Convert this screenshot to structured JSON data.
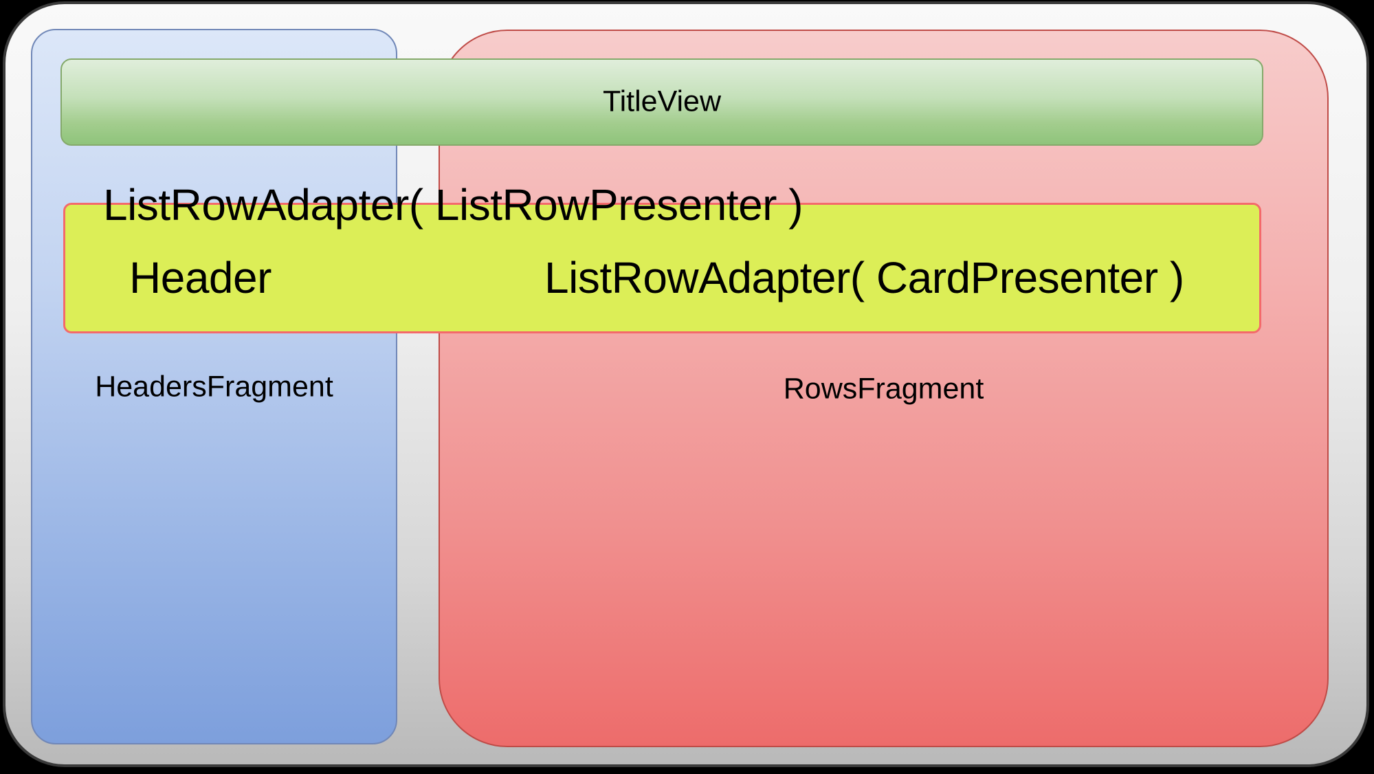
{
  "diagram": {
    "title_view": {
      "label": "TitleView"
    },
    "adapter_top_label": "ListRowAdapter( ListRowPresenter )",
    "adapter_bar": {
      "header_label": "Header",
      "card_adapter_label": "ListRowAdapter( CardPresenter )"
    },
    "headers_fragment": {
      "label": "HeadersFragment"
    },
    "rows_fragment": {
      "label": "RowsFragment"
    }
  },
  "colors": {
    "page_background": "#000000",
    "frame_border": "#3a3a3a",
    "frame_fill_top": "#f9f9f9",
    "frame_fill_bottom": "#b9b9b9",
    "headers_panel_border": "#7087b7",
    "headers_panel_fill_top": "#dce7f8",
    "headers_panel_fill_bottom": "#7d9fdc",
    "rows_panel_border": "#bf4b47",
    "rows_panel_fill_top": "#f7cccb",
    "rows_panel_fill_bottom": "#ed6c6b",
    "title_bar_border": "#84a96a",
    "title_bar_fill_top": "#e0eedb",
    "title_bar_fill_bottom": "#8fc47b",
    "adapter_bar_border": "#f4696b",
    "adapter_bar_fill": "#dcee57",
    "text": "#000000"
  }
}
